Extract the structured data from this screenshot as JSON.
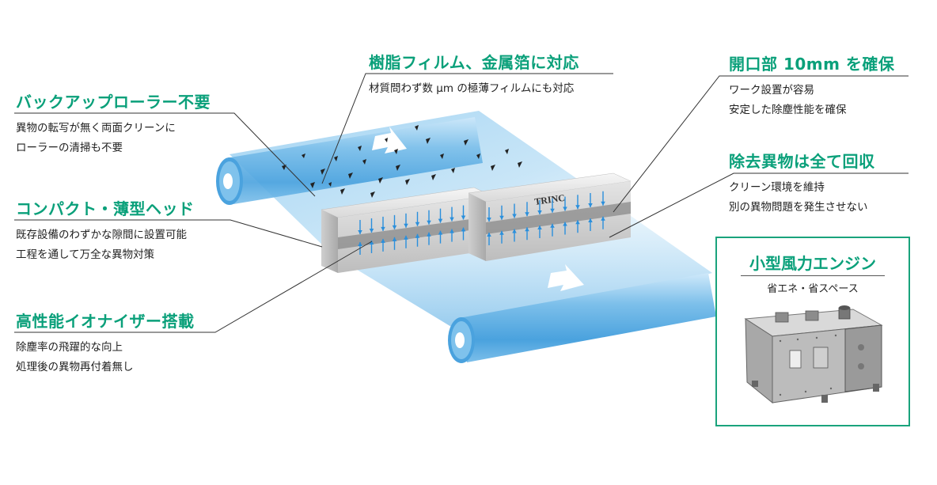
{
  "features": [
    {
      "id": "backup-roller",
      "title": "バックアップローラー不要",
      "desc": [
        "異物の転写が無く両面クリーンに",
        "ローラーの清掃も不要"
      ]
    },
    {
      "id": "compact-head",
      "title": "コンパクト・薄型ヘッド",
      "desc": [
        "既存設備のわずかな隙間に設置可能",
        "工程を通して万全な異物対策"
      ]
    },
    {
      "id": "ionizer",
      "title": "高性能イオナイザー搭載",
      "desc": [
        "除塵率の飛躍的な向上",
        "処理後の異物再付着無し"
      ]
    },
    {
      "id": "film-foil",
      "title": "樹脂フィルム、金属箔に対応",
      "desc": [
        "材質問わず数 μm の極薄フィルムにも対応"
      ]
    },
    {
      "id": "opening",
      "title": "開口部 10mm を確保",
      "desc": [
        "ワーク設置が容易",
        "安定した除塵性能を確保"
      ]
    },
    {
      "id": "recovery",
      "title": "除去異物は全て回収",
      "desc": [
        "クリーン環境を維持",
        "別の異物問題を発生させない"
      ]
    }
  ],
  "engine": {
    "title": "小型風力エンジン",
    "subtitle": "省エネ・省スペース"
  },
  "head_logo": "TRINC",
  "colors": {
    "accent": "#0aa07a",
    "box_border": "#1aa37c",
    "film": "#8fc8ee",
    "roller": "#5aaee6",
    "arrow": "#2a8fdc"
  }
}
